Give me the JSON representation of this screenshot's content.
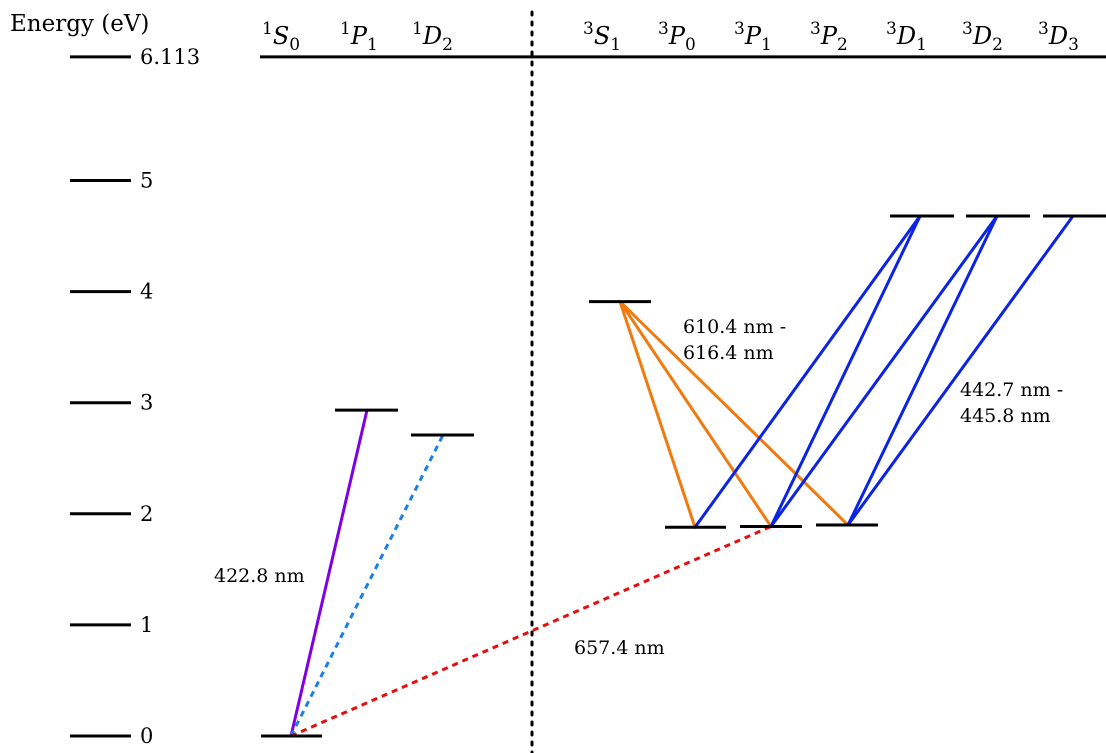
{
  "axis": {
    "title": "Energy (eV)",
    "ticks": [
      {
        "value": 0,
        "label": "0"
      },
      {
        "value": 1,
        "label": "1"
      },
      {
        "value": 2,
        "label": "2"
      },
      {
        "value": 3,
        "label": "3"
      },
      {
        "value": 4,
        "label": "4"
      },
      {
        "value": 5,
        "label": "5"
      },
      {
        "value": 6.113,
        "label": "6.113"
      }
    ]
  },
  "singlet_terms": [
    {
      "mult": "1",
      "letter": "S",
      "j": "0"
    },
    {
      "mult": "1",
      "letter": "P",
      "j": "1"
    },
    {
      "mult": "1",
      "letter": "D",
      "j": "2"
    }
  ],
  "triplet_terms": [
    {
      "mult": "3",
      "letter": "S",
      "j": "1"
    },
    {
      "mult": "3",
      "letter": "P",
      "j": "0"
    },
    {
      "mult": "3",
      "letter": "P",
      "j": "1"
    },
    {
      "mult": "3",
      "letter": "P",
      "j": "2"
    },
    {
      "mult": "3",
      "letter": "D",
      "j": "1"
    },
    {
      "mult": "3",
      "letter": "D",
      "j": "2"
    },
    {
      "mult": "3",
      "letter": "D",
      "j": "3"
    }
  ],
  "levels": {
    "1S0": 0,
    "1P1": 2.933,
    "1D2": 2.709,
    "3S1": 3.91,
    "3P0": 1.879,
    "3P1": 1.886,
    "3P2": 1.899,
    "3D1": 4.68,
    "3D2": 4.68,
    "3D3": 4.68
  },
  "wavelength_labels": {
    "violet": "422.8 nm",
    "red": "657.4 nm",
    "orange_1": "610.4 nm -",
    "orange_2": "616.4 nm",
    "blue_1": "442.7 nm -",
    "blue_2": "445.8 nm"
  },
  "colors": {
    "violet": "#8000e6",
    "blue_dashed": "#1a7fe6",
    "red": "#e60d0d",
    "orange": "#f07a10",
    "blue": "#0a23e6",
    "black": "#000000"
  }
}
